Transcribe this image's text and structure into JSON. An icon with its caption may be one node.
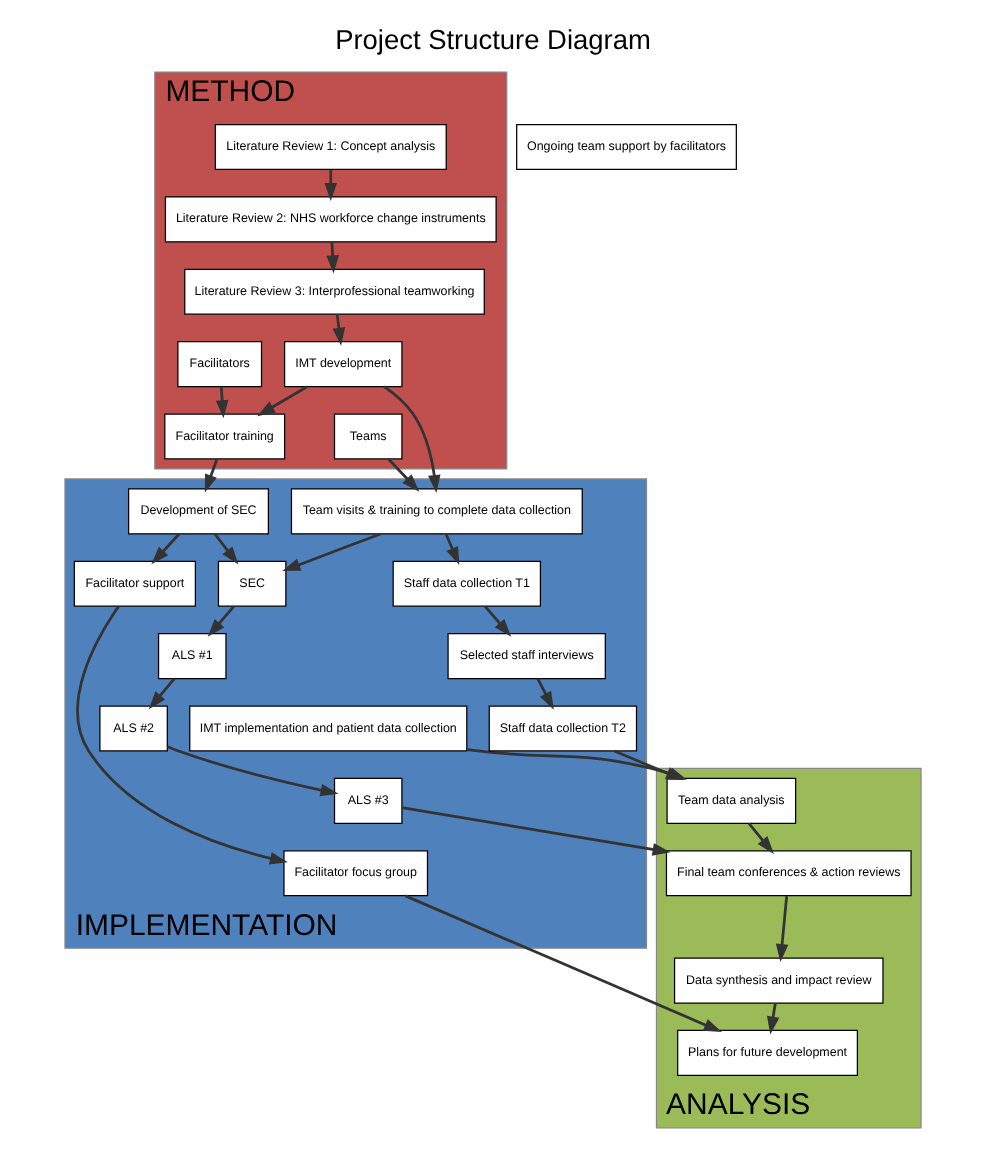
{
  "diagram": {
    "title": "Project Structure Diagram",
    "nodes": [
      {
        "text": [
          "METHOD"
        ]
      },
      {
        "text": [
          "Literature Review 1: Concept analysis"
        ],
        "in": 0
      },
      {
        "text": [
          "Literature Review 2: NHS workforce change instruments"
        ],
        "in": 0
      },
      {
        "text": [
          "Literature Review 3: Interprofessional teamworking"
        ],
        "in": 0
      },
      {
        "text": [
          "Teams"
        ],
        "in": 0
      },
      {
        "text": [
          "Facilitators"
        ],
        "in": 0
      },
      {
        "text": [
          "IMT development"
        ],
        "in": 0
      },
      {
        "text": [
          "Facilitator training"
        ],
        "in": 0
      },
      {
        "text": [
          "IMPLEMENTATION"
        ]
      },
      {
        "text": [
          "Team visits & training to complete data collection"
        ],
        "in": 8
      },
      {
        "text": [
          "Development of SEC"
        ],
        "in": 8
      },
      {
        "text": [
          "IMT implementation and patient data collection"
        ],
        "in": 8
      },
      {
        "text": [
          "Staff data collection T1"
        ],
        "in": 8
      },
      {
        "text": [
          "SEC"
        ],
        "in": 8
      },
      {
        "text": [
          "Facilitator support"
        ],
        "in": 8
      },
      {
        "text": [
          "ALS #1"
        ],
        "in": 8
      },
      {
        "text": [
          "Facilitator focus group"
        ],
        "in": 8
      },
      {
        "text": [
          "Ongoing team support by facilitators"
        ]
      },
      {
        "text": [
          "ALS #2"
        ],
        "in": 8
      },
      {
        "text": [
          "Selected staff interviews"
        ],
        "in": 8
      },
      {
        "text": [
          "ALS #3"
        ],
        "in": 8
      },
      {
        "text": [
          "Staff data collection T2"
        ],
        "in": 8
      },
      {
        "text": [
          "ANALYSIS"
        ]
      },
      {
        "text": [
          "Team data analysis"
        ],
        "in": 22
      },
      {
        "text": [
          "Final team conferences & action reviews"
        ],
        "in": 22
      },
      {
        "text": [
          "Data synthesis and impact review"
        ],
        "in": 22
      },
      {
        "text": [
          "Plans for future development"
        ],
        "in": 22
      }
    ],
    "edges": [
      {
        "from": 1,
        "to": 2,
        "arrow": "to"
      },
      {
        "from": 2,
        "to": 3,
        "arrow": "to"
      },
      {
        "from": 3,
        "to": 6,
        "arrow": "to"
      },
      {
        "from": 4,
        "to": 9,
        "arrow": "to"
      },
      {
        "from": 6,
        "to": 9,
        "arrow": "to"
      },
      {
        "from": 6,
        "to": 7,
        "arrow": "to"
      },
      {
        "from": 5,
        "to": 7,
        "arrow": "to"
      },
      {
        "from": 7,
        "to": 10,
        "arrow": "to"
      },
      {
        "from": 9,
        "to": 12,
        "arrow": "to"
      },
      {
        "from": 9,
        "to": 13,
        "arrow": "to"
      },
      {
        "from": 10,
        "to": 13,
        "arrow": "to"
      },
      {
        "from": 10,
        "to": 14,
        "arrow": "to"
      },
      {
        "from": 14,
        "to": 16,
        "arrow": "to"
      },
      {
        "from": 13,
        "to": 15,
        "arrow": "to"
      },
      {
        "from": 15,
        "to": 18,
        "arrow": "to"
      },
      {
        "from": 18,
        "to": 20,
        "arrow": "to"
      },
      {
        "from": 12,
        "to": 19,
        "arrow": "to"
      },
      {
        "from": 19,
        "to": 21,
        "arrow": "to"
      },
      {
        "from": 21,
        "to": 23,
        "arrow": "to"
      },
      {
        "from": 11,
        "to": 23,
        "arrow": "to"
      },
      {
        "from": 23,
        "to": 24,
        "arrow": "to"
      },
      {
        "from": 20,
        "to": 24,
        "arrow": "to"
      },
      {
        "from": 24,
        "to": 25,
        "arrow": "to"
      },
      {
        "from": 25,
        "to": 26,
        "arrow": "to"
      },
      {
        "from": 16,
        "to": 26,
        "arrow": "to"
      }
    ]
  }
}
